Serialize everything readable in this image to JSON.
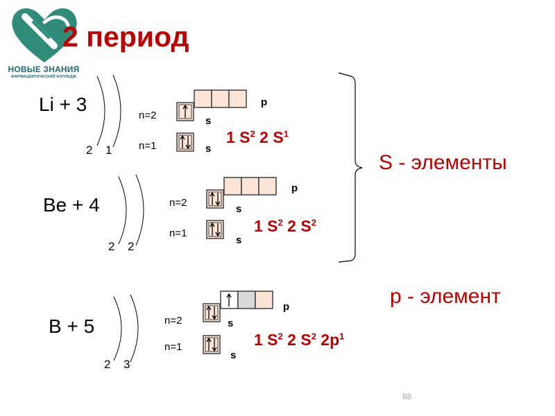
{
  "logo": {
    "line1": "НОВЫЕ ЗНАНИЯ",
    "line2": "ФАРМАЦЕВТИЧЕСКИЙ КОЛЛЕДЖ",
    "color": "#1f6a74"
  },
  "title": "2 период",
  "elements": [
    {
      "symbol": "Li + 3",
      "shells": [
        "2",
        "1"
      ],
      "levels": [
        "n=2",
        "n=1"
      ],
      "orbital_labels": [
        "p",
        "s",
        "s"
      ],
      "config": {
        "p1": "1 S",
        "s1": "2",
        "p2": " 2 S",
        "s2": "1",
        "p3": "",
        "s3": ""
      },
      "electrons": {
        "n1_s": 2,
        "n2_s": 1,
        "n2_p": 0
      }
    },
    {
      "symbol": "Be + 4",
      "shells": [
        "2",
        "2"
      ],
      "levels": [
        "n=2",
        "n=1"
      ],
      "orbital_labels": [
        "p",
        "s",
        "s"
      ],
      "config": {
        "p1": "1 S",
        "s1": "2",
        "p2": " 2 S",
        "s2": "2",
        "p3": "",
        "s3": ""
      },
      "electrons": {
        "n1_s": 2,
        "n2_s": 2,
        "n2_p": 0
      }
    },
    {
      "symbol": "B + 5",
      "shells": [
        "2",
        "3"
      ],
      "levels": [
        "n=2",
        "n=1"
      ],
      "orbital_labels": [
        "p",
        "s",
        "s"
      ],
      "config": {
        "p1": "1 S",
        "s1": "2",
        "p2": " 2 S",
        "s2": "2",
        "p3": " 2p",
        "s3": "1"
      },
      "electrons": {
        "n1_s": 2,
        "n2_s": 2,
        "n2_p": 1
      }
    }
  ],
  "groups": {
    "s": "S - элементы",
    "p": "p - элемент"
  },
  "page_number": "88",
  "colors": {
    "accent": "#c00000",
    "cell_fill": "#fbe5d6",
    "filled_cell": "#d9d9d9"
  }
}
